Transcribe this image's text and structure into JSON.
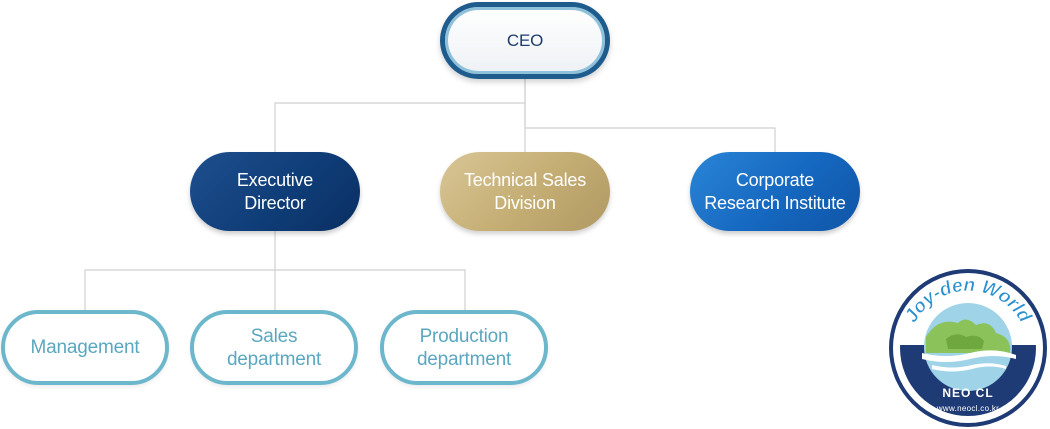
{
  "org": {
    "ceo": "CEO",
    "executive": "Executive\nDirector",
    "technical_sales": "Technical Sales\nDivision",
    "research": "Corporate\nResearch Institute",
    "management": "Management",
    "sales": "Sales\ndepartment",
    "production": "Production\ndepartment"
  },
  "badge": {
    "title": "Joy-den World",
    "brand": "NEO CL",
    "url": "www.neocl.co.kr"
  },
  "colors": {
    "ceo_border": "#1f5c8e",
    "executive": "#0f3d78",
    "technical_sales": "#c4ad73",
    "research": "#1567bf",
    "department_border": "#6cb7cc",
    "connector": "#d0d0d0",
    "badge_navy": "#1e3b75"
  },
  "icons": {
    "badge": "earth-globe-icon"
  }
}
